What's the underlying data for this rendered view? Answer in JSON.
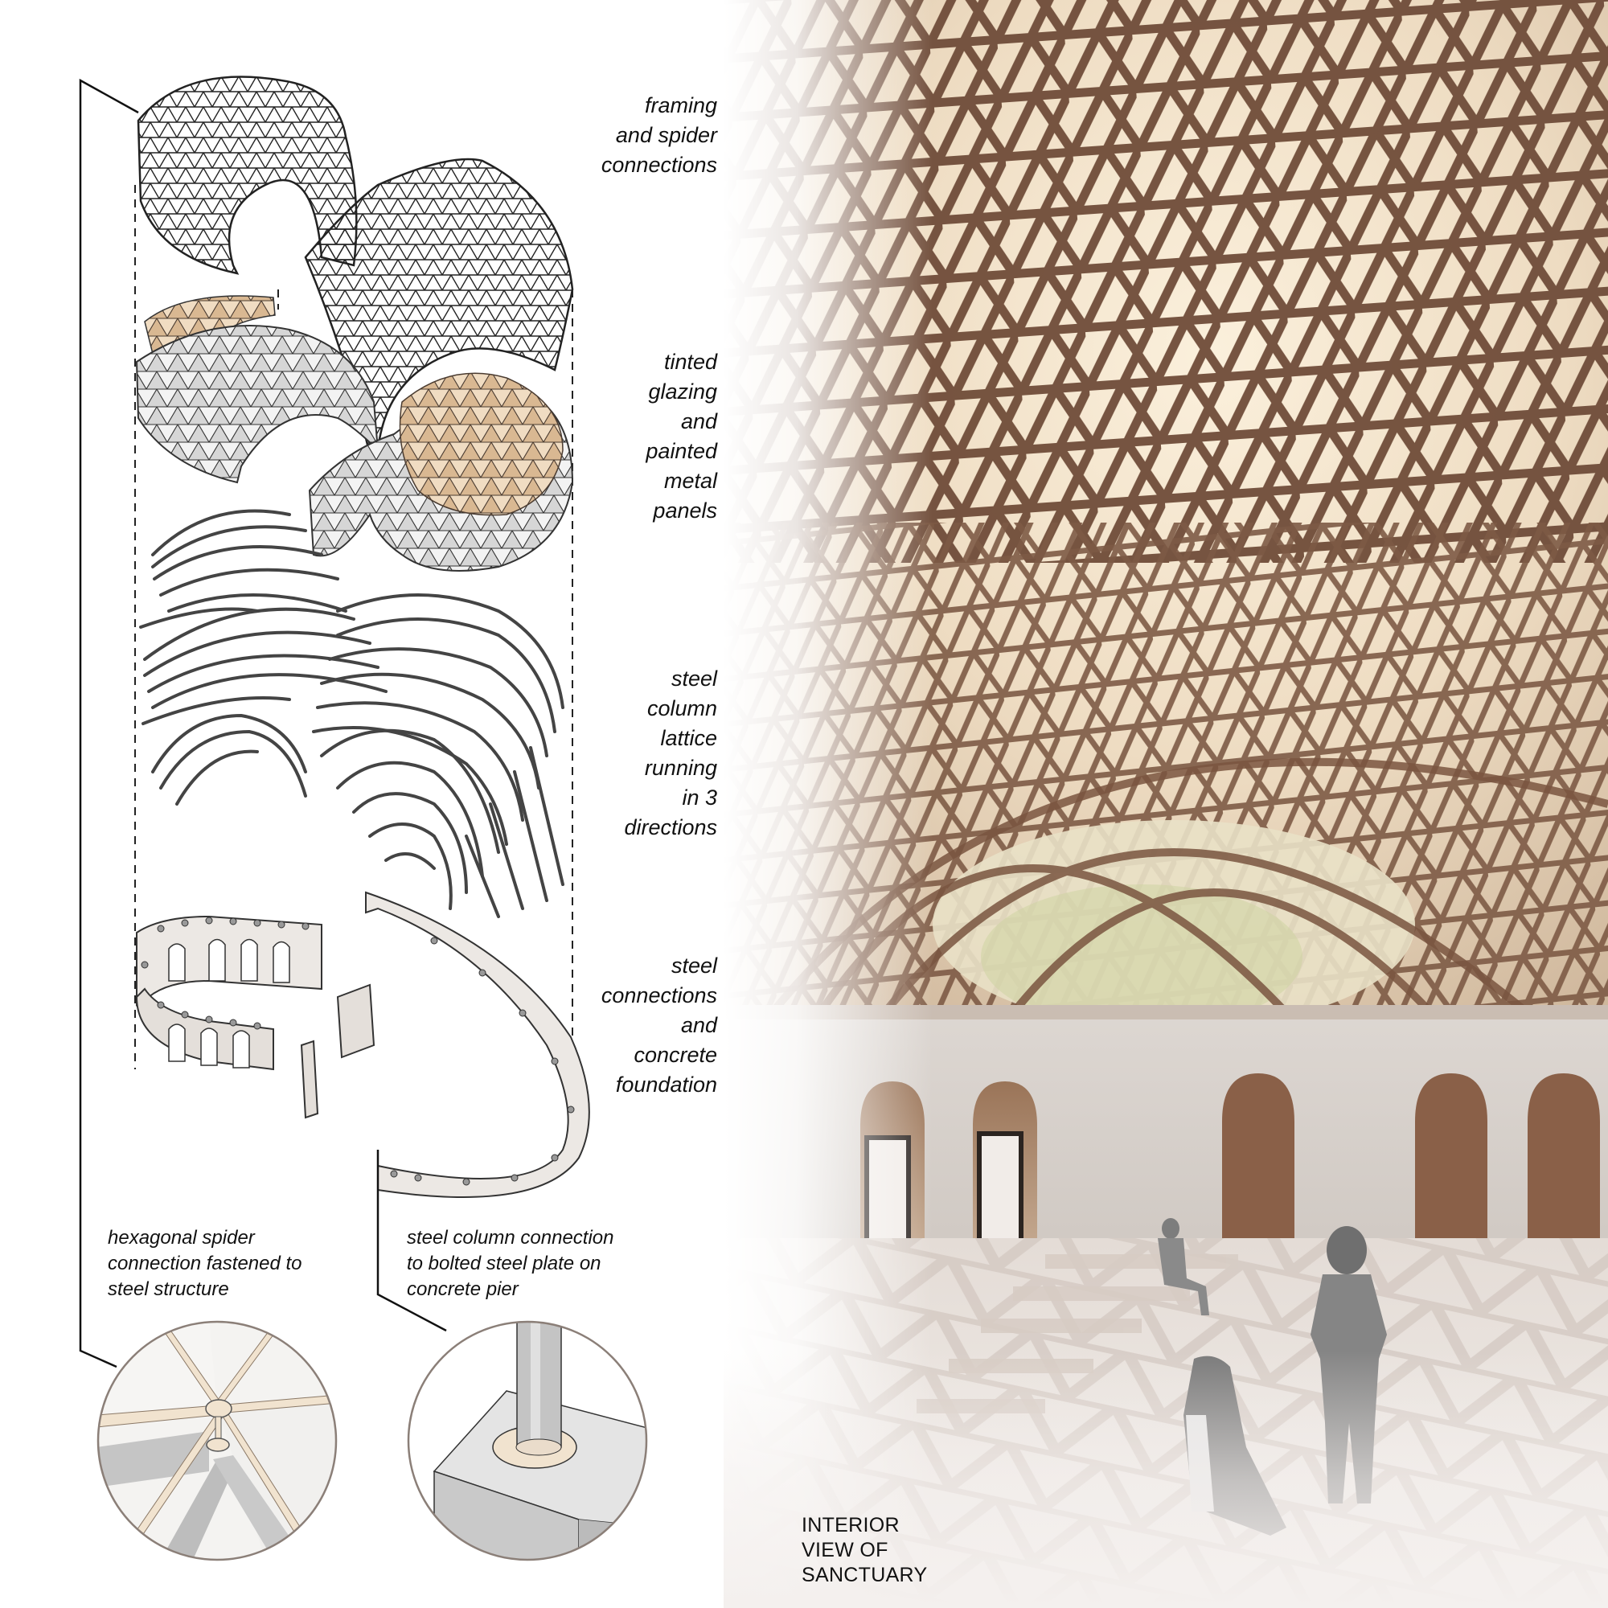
{
  "diagram": {
    "type": "exploded axonometric",
    "layers": [
      {
        "id": "framing",
        "label_lines": [
          "framing",
          "and spider",
          "connections"
        ]
      },
      {
        "id": "glazing",
        "label_lines": [
          "tinted",
          "glazing",
          "and",
          "painted",
          "metal",
          "panels"
        ]
      },
      {
        "id": "lattice",
        "label_lines": [
          "steel",
          "column",
          "lattice",
          "running",
          "in 3",
          "directions"
        ]
      },
      {
        "id": "foundation",
        "label_lines": [
          "steel",
          "connections",
          "and",
          "concrete",
          "foundation"
        ]
      }
    ],
    "details": [
      {
        "id": "spider-detail",
        "label_lines": [
          "hexagonal spider",
          "connection fastened to",
          "steel structure"
        ]
      },
      {
        "id": "column-detail",
        "label_lines": [
          "steel column connection",
          "to bolted steel plate on",
          "concrete pier"
        ]
      }
    ]
  },
  "rendering": {
    "caption_lines": [
      "INTERIOR",
      "VIEW OF",
      "SANCTUARY"
    ]
  },
  "colors": {
    "line": "#222222",
    "tint_panel": "#e3c9a6",
    "metal_panel": "#c9c9c9",
    "concrete": "#ece8e4",
    "steel": "#bdbdbd",
    "spider": "#f1e3cf",
    "timber": "#7a5540",
    "glow": "#f5e6cc"
  }
}
